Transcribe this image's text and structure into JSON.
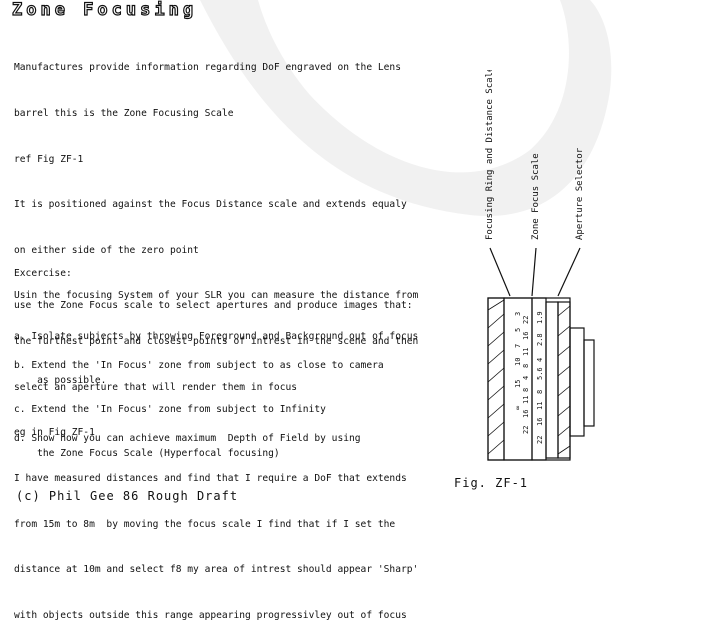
{
  "title": "Zone Focusing",
  "body_lines": [
    "Manufactures provide information regarding DoF engraved on the Lens",
    "barrel this is the Zone Focusing Scale",
    "ref Fig ZF-1",
    "It is positioned against the Focus Distance scale and extends equaly",
    "on either side of the zero point",
    "Usin the focusing System of your SLR you can measure the distance from",
    "the furthest point and closest points of intrest in the scene and then",
    "select an aperture that will render them in focus",
    "eg in Fig ZF-1",
    "I have measured distances and find that I require a DoF that extends",
    "from 15m to 8m  by moving the focus scale I find that if I set the",
    "distance at 10m and select f8 my area of intrest should appear 'Sharp'",
    "with objects outside this range appearing progressivley out of focus"
  ],
  "exercise": {
    "heading": "Excercise:",
    "intro": "use the Zone Focus scale to select apertures and produce images that:",
    "items": [
      "a. Isolate subjects by throwing Foreground and Background out of focus",
      "b. Extend the 'In Focus' zone from subject to as close to camera\n    as possible.",
      "c. Extend the 'In Focus' zone from subject to Infinity",
      "d. Show how you can achieve maximum  Depth of Field by using\n    the Zone Focus Scale (Hyperfocal focusing)"
    ]
  },
  "figure": {
    "label_focus_ring": "Focusing Ring and Distance Scale",
    "label_zone_scale": "Zone Focus Scale",
    "label_aperture": "Aperture Selector",
    "distance_scale": [
      "∞",
      "15",
      "10",
      "7",
      "5",
      "3"
    ],
    "zone_scale": [
      "22",
      "16",
      "11",
      "8",
      "4",
      "8",
      "11",
      "16",
      "22"
    ],
    "aperture_scale": [
      "22",
      "16",
      "11",
      "8",
      "5.6",
      "4",
      "2.8",
      "1.9"
    ],
    "caption": "Fig. ZF-1"
  },
  "footer": "(c) Phil Gee 86 Rough Draft"
}
